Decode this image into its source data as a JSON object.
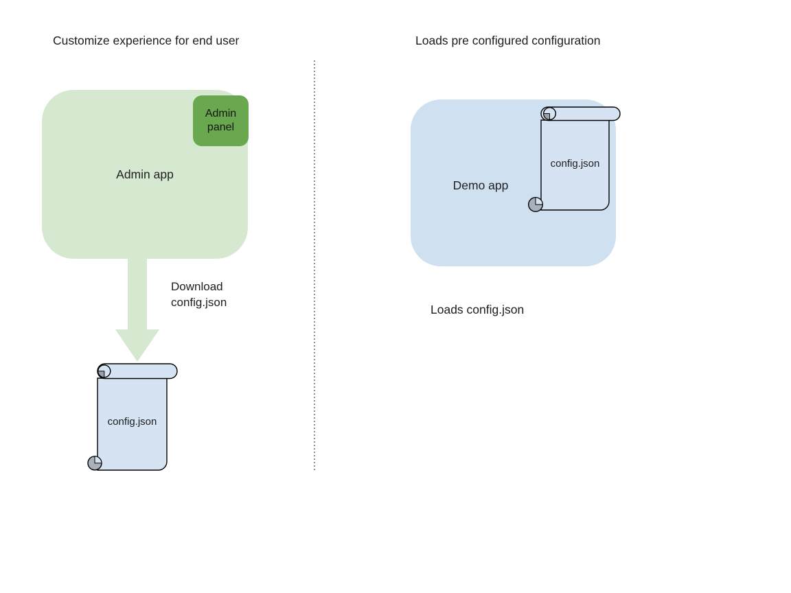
{
  "left": {
    "title": "Customize experience for end user",
    "admin_app_label": "Admin app",
    "admin_panel_label": "Admin panel",
    "download_label": "Download config.json",
    "scroll_label": "config.json",
    "colors": {
      "app_fill": "#d6e8d0",
      "panel_fill": "#6aa84f",
      "arrow_fill": "#d6e8d0",
      "scroll_fill": "#d5e3f3",
      "curl_gray_top": "#9aa3ad",
      "curl_gray_bottom": "#a9b1bb"
    }
  },
  "right": {
    "title": "Loads pre configured configuration",
    "demo_app_label": "Demo app",
    "scroll_label": "config.json",
    "caption": "Loads config.json",
    "colors": {
      "app_fill": "#cfe1f1",
      "scroll_fill": "#d5e3f3",
      "curl_gray_top": "#9aa3ad",
      "curl_gray_bottom": "#a9b1bb"
    }
  },
  "divider": {
    "color": "#909090"
  }
}
